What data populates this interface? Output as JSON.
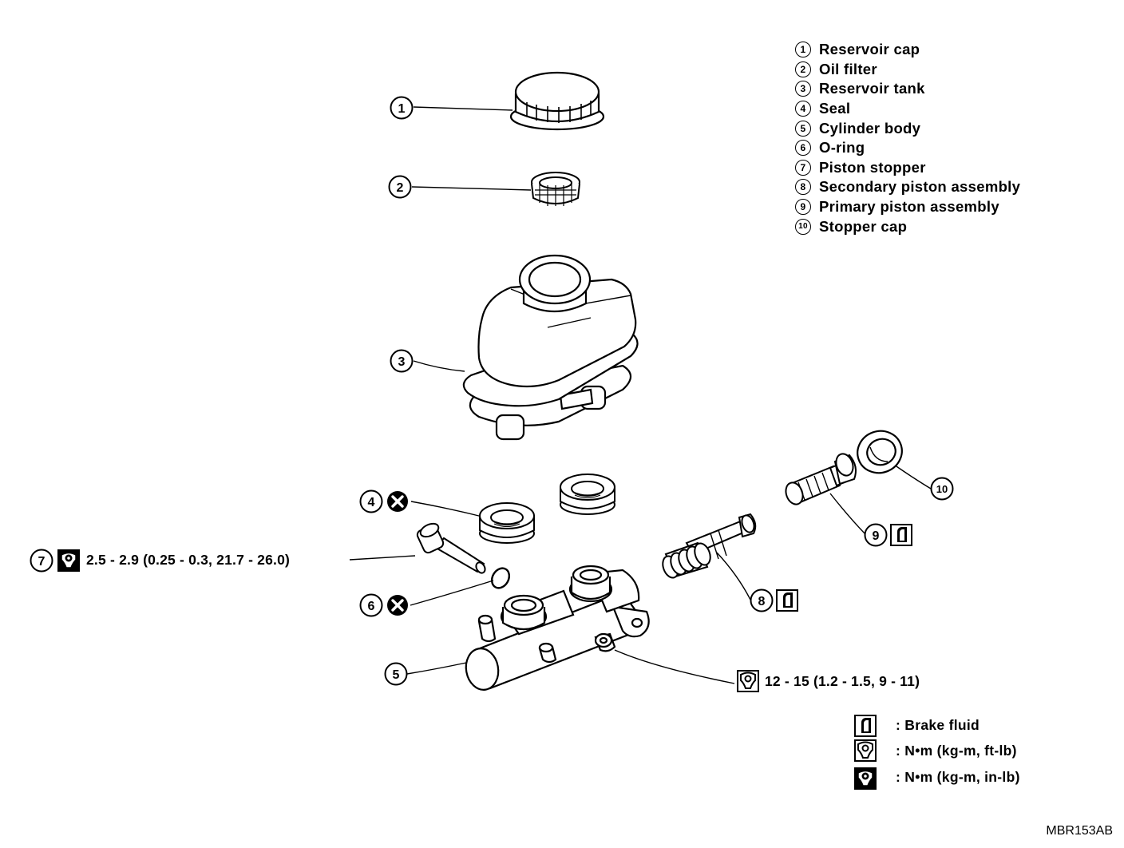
{
  "legend": [
    {
      "num": "1",
      "label": "Reservoir cap"
    },
    {
      "num": "2",
      "label": "Oil filter"
    },
    {
      "num": "3",
      "label": "Reservoir tank"
    },
    {
      "num": "4",
      "label": "Seal"
    },
    {
      "num": "5",
      "label": "Cylinder body"
    },
    {
      "num": "6",
      "label": "O-ring"
    },
    {
      "num": "7",
      "label": "Piston stopper"
    },
    {
      "num": "8",
      "label": "Secondary piston assembly"
    },
    {
      "num": "9",
      "label": "Primary piston assembly"
    },
    {
      "num": "10",
      "label": "Stopper cap"
    }
  ],
  "callouts": {
    "c1": "1",
    "c2": "2",
    "c3": "3",
    "c4": "4",
    "c5": "5",
    "c6": "6",
    "c7": "7",
    "c8": "8",
    "c9": "9",
    "c10": "10"
  },
  "torque": {
    "piston_stopper": "2.5 - 2.9 (0.25 - 0.3, 21.7 - 26.0)",
    "cylinder_bolt": "12 - 15 (1.2 - 1.5, 9 - 11)"
  },
  "key": {
    "brake_fluid": ": Brake fluid",
    "nm_ftlb": ": N•m (kg-m, ft-lb)",
    "nm_inlb": ": N•m (kg-m, in-lb)"
  },
  "figure_code": "MBR153AB",
  "icons": {
    "seal": "replace-x-icon",
    "oring": "replace-x-icon",
    "fluid": "brake-fluid-icon",
    "torque_ftlb": "torque-wrench-icon",
    "torque_inlb": "torque-wrench-inlb-icon"
  }
}
